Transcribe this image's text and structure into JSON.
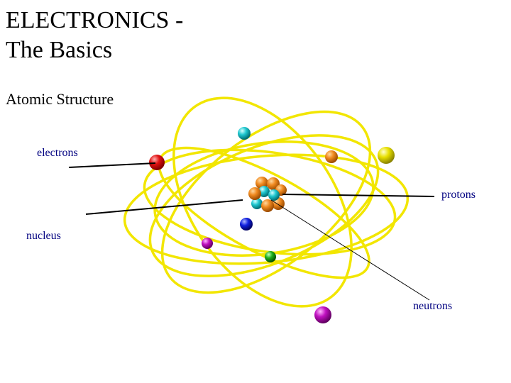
{
  "title": {
    "line1": "ELECTRONICS -",
    "line2": "The Basics"
  },
  "subtitle": "Atomic Structure",
  "labels": {
    "electrons": "electrons",
    "protons": "protons",
    "nucleus": "nucleus",
    "neutrons": "neutrons"
  },
  "colors": {
    "orbit": "#f2e600",
    "proton": "#e07a10",
    "neutron": "#20c8d0",
    "label_text": "#000080",
    "leader_line": "#000000"
  },
  "electron_colors": [
    "#20c8d0",
    "#e07a10",
    "#e8e000",
    "#e01010",
    "#1020e0",
    "#c010c0",
    "#20b020",
    "#c010c0"
  ]
}
